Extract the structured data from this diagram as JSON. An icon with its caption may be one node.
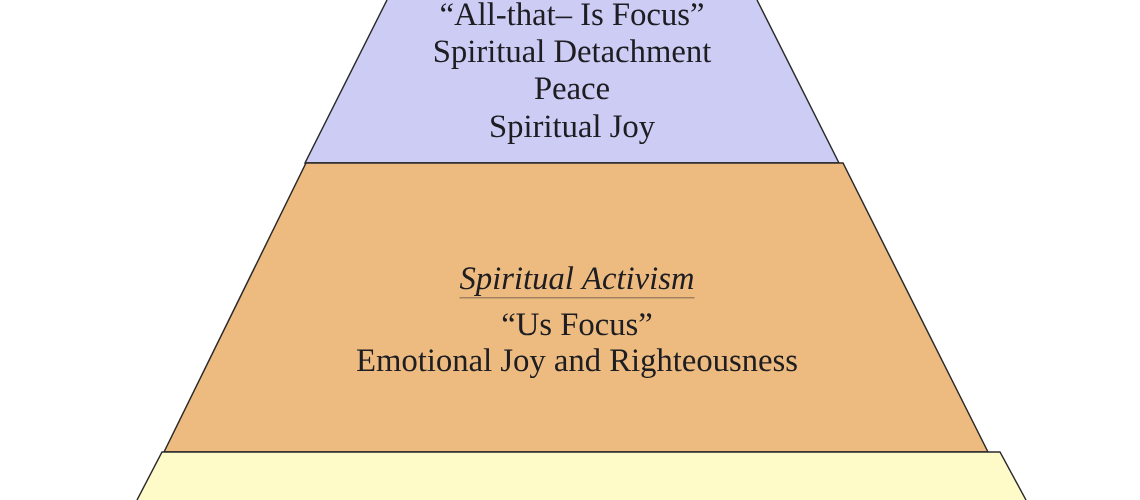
{
  "diagram": {
    "nodes": [
      {
        "text": [
          "“All-that– Is Focus”",
          "Spiritual Detachment",
          "Peace",
          "Spiritual Joy"
        ]
      },
      {
        "text": [
          "Spiritual Activism",
          "“Us Focus”",
          "Emotional Joy and Righteousness"
        ]
      },
      {
        "text": [],
        "shape": "trapezoid"
      }
    ]
  }
}
